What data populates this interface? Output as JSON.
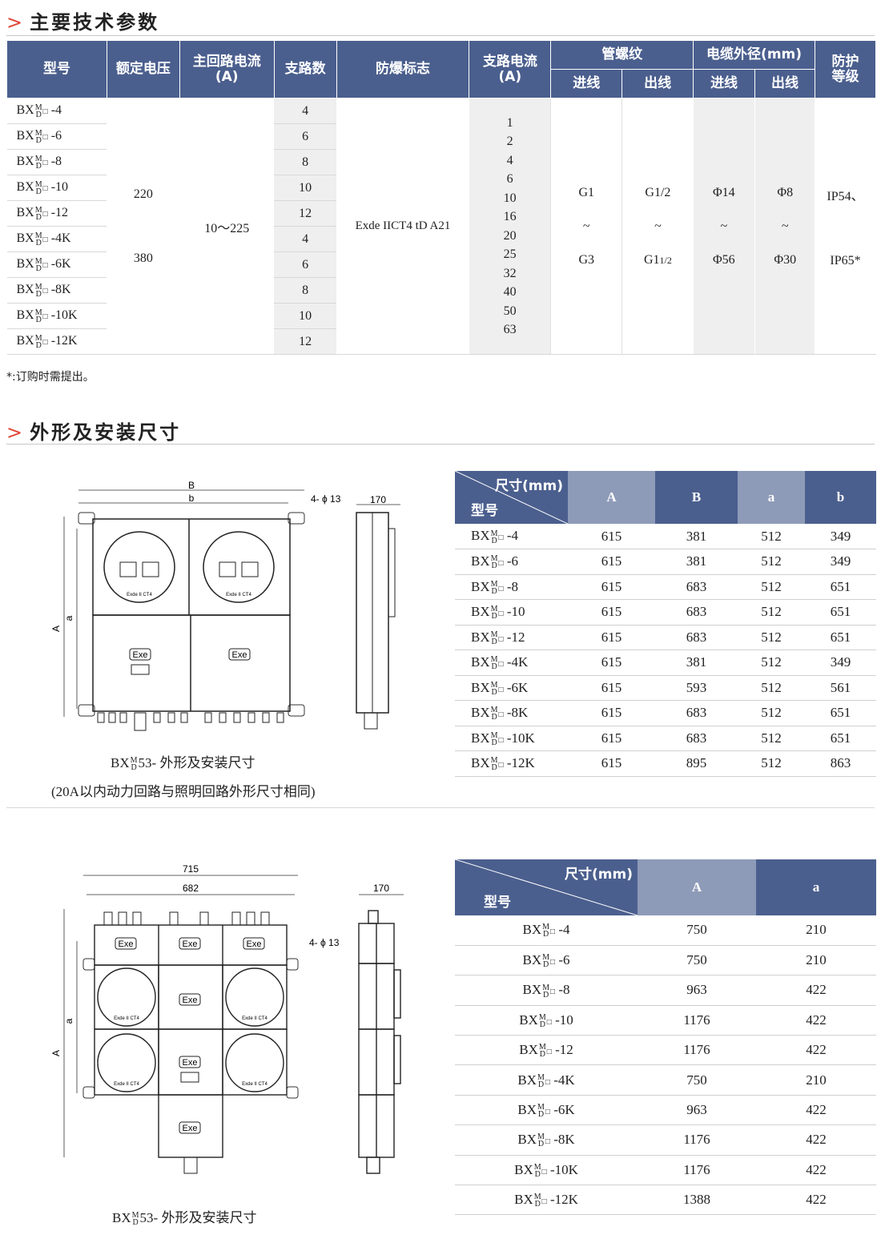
{
  "section1": {
    "arrow": ">",
    "title": "主要技术参数"
  },
  "section2": {
    "arrow": ">",
    "title": "外形及安装尺寸"
  },
  "spec_table": {
    "headers": {
      "model": "型号",
      "voltage": "额定电压",
      "main_current": "主回路电流",
      "main_current_unit": "(A)",
      "branches": "支路数",
      "ex_mark": "防爆标志",
      "branch_current": "支路电流",
      "branch_current_unit": "(A)",
      "thread": "管螺纹",
      "cable": "电缆外径(mm)",
      "in": "进线",
      "out": "出线",
      "protection_1": "防护",
      "protection_2": "等级"
    },
    "models": [
      "BX",
      "BX",
      "BX",
      "BX",
      "BX",
      "BX",
      "BX",
      "BX",
      "BX",
      "BX"
    ],
    "model_sup": "M",
    "model_sub": "D",
    "model_box": "□",
    "model_suffix": [
      "-4",
      "-6",
      "-8",
      "-10",
      "-12",
      "-4K",
      "-6K",
      "-8K",
      "-10K",
      "-12K"
    ],
    "voltage_1": "220",
    "voltage_2": "380",
    "main_current_value": "10～225",
    "branch_counts": [
      "4",
      "6",
      "8",
      "10",
      "12",
      "4",
      "6",
      "8",
      "10",
      "12"
    ],
    "ex_mark_value": "Exde IICT4 tD A21",
    "branch_currents": [
      "1",
      "2",
      "4",
      "6",
      "10",
      "16",
      "20",
      "25",
      "32",
      "40",
      "50",
      "63"
    ],
    "thread_in": [
      "G1",
      "~",
      "G3"
    ],
    "thread_out": [
      "G1/2",
      "~",
      "G1",
      "1/2"
    ],
    "cable_in": [
      "Φ14",
      "~",
      "Φ56"
    ],
    "cable_out": [
      "Φ8",
      "~",
      "Φ30"
    ],
    "protection": [
      "IP54、",
      "IP65*"
    ]
  },
  "note": "*:订购时需提出。",
  "diagram1": {
    "labels": {
      "B": "B",
      "b": "b",
      "A": "A",
      "a": "a",
      "holes": "4- ϕ 13",
      "depth": "170",
      "exe": "Exe",
      "exde": "Exde II CT4"
    },
    "caption_prefix": "BX",
    "caption_sup": "M",
    "caption_sub": "D",
    "caption_suffix": "53-  外形及安装尺寸",
    "caption2": "(20A以内动力回路与照明回路外形尺寸相同)"
  },
  "dim_table1": {
    "header_top": "尺寸(mm)",
    "header_bot": "型号",
    "columns": [
      "A",
      "B",
      "a",
      "b"
    ],
    "rows": [
      {
        "suffix": "-4",
        "values": [
          "615",
          "381",
          "512",
          "349"
        ]
      },
      {
        "suffix": "-6",
        "values": [
          "615",
          "381",
          "512",
          "349"
        ]
      },
      {
        "suffix": "-8",
        "values": [
          "615",
          "683",
          "512",
          "651"
        ]
      },
      {
        "suffix": "-10",
        "values": [
          "615",
          "683",
          "512",
          "651"
        ]
      },
      {
        "suffix": "-12",
        "values": [
          "615",
          "683",
          "512",
          "651"
        ]
      },
      {
        "suffix": "-4K",
        "values": [
          "615",
          "381",
          "512",
          "349"
        ]
      },
      {
        "suffix": "-6K",
        "values": [
          "615",
          "593",
          "512",
          "561"
        ]
      },
      {
        "suffix": "-8K",
        "values": [
          "615",
          "683",
          "512",
          "651"
        ]
      },
      {
        "suffix": "-10K",
        "values": [
          "615",
          "683",
          "512",
          "651"
        ]
      },
      {
        "suffix": "-12K",
        "values": [
          "615",
          "895",
          "512",
          "863"
        ]
      }
    ]
  },
  "diagram2": {
    "labels": {
      "w1": "715",
      "w2": "682",
      "A": "A",
      "a": "a",
      "holes": "4- ϕ 13",
      "depth": "170",
      "exe": "Exe",
      "exde": "Exde II CT4"
    },
    "caption_prefix": "BX",
    "caption_sup": "M",
    "caption_sub": "D",
    "caption_suffix": "53-  外形及安装尺寸"
  },
  "dim_table2": {
    "header_top": "尺寸(mm)",
    "header_bot": "型号",
    "columns": [
      "A",
      "a"
    ],
    "rows": [
      {
        "suffix": "-4",
        "values": [
          "750",
          "210"
        ]
      },
      {
        "suffix": "-6",
        "values": [
          "750",
          "210"
        ]
      },
      {
        "suffix": "-8",
        "values": [
          "963",
          "422"
        ]
      },
      {
        "suffix": "-10",
        "values": [
          "1176",
          "422"
        ]
      },
      {
        "suffix": "-12",
        "values": [
          "1176",
          "422"
        ]
      },
      {
        "suffix": "-4K",
        "values": [
          "750",
          "210"
        ]
      },
      {
        "suffix": "-6K",
        "values": [
          "963",
          "422"
        ]
      },
      {
        "suffix": "-8K",
        "values": [
          "1176",
          "422"
        ]
      },
      {
        "suffix": "-10K",
        "values": [
          "1176",
          "422"
        ]
      },
      {
        "suffix": "-12K",
        "values": [
          "1388",
          "422"
        ]
      }
    ]
  },
  "colors": {
    "header_dark": "#4b5f8e",
    "header_light": "#8e9bb8",
    "accent_arrow": "#e0463a",
    "row_grey": "#efefef"
  }
}
